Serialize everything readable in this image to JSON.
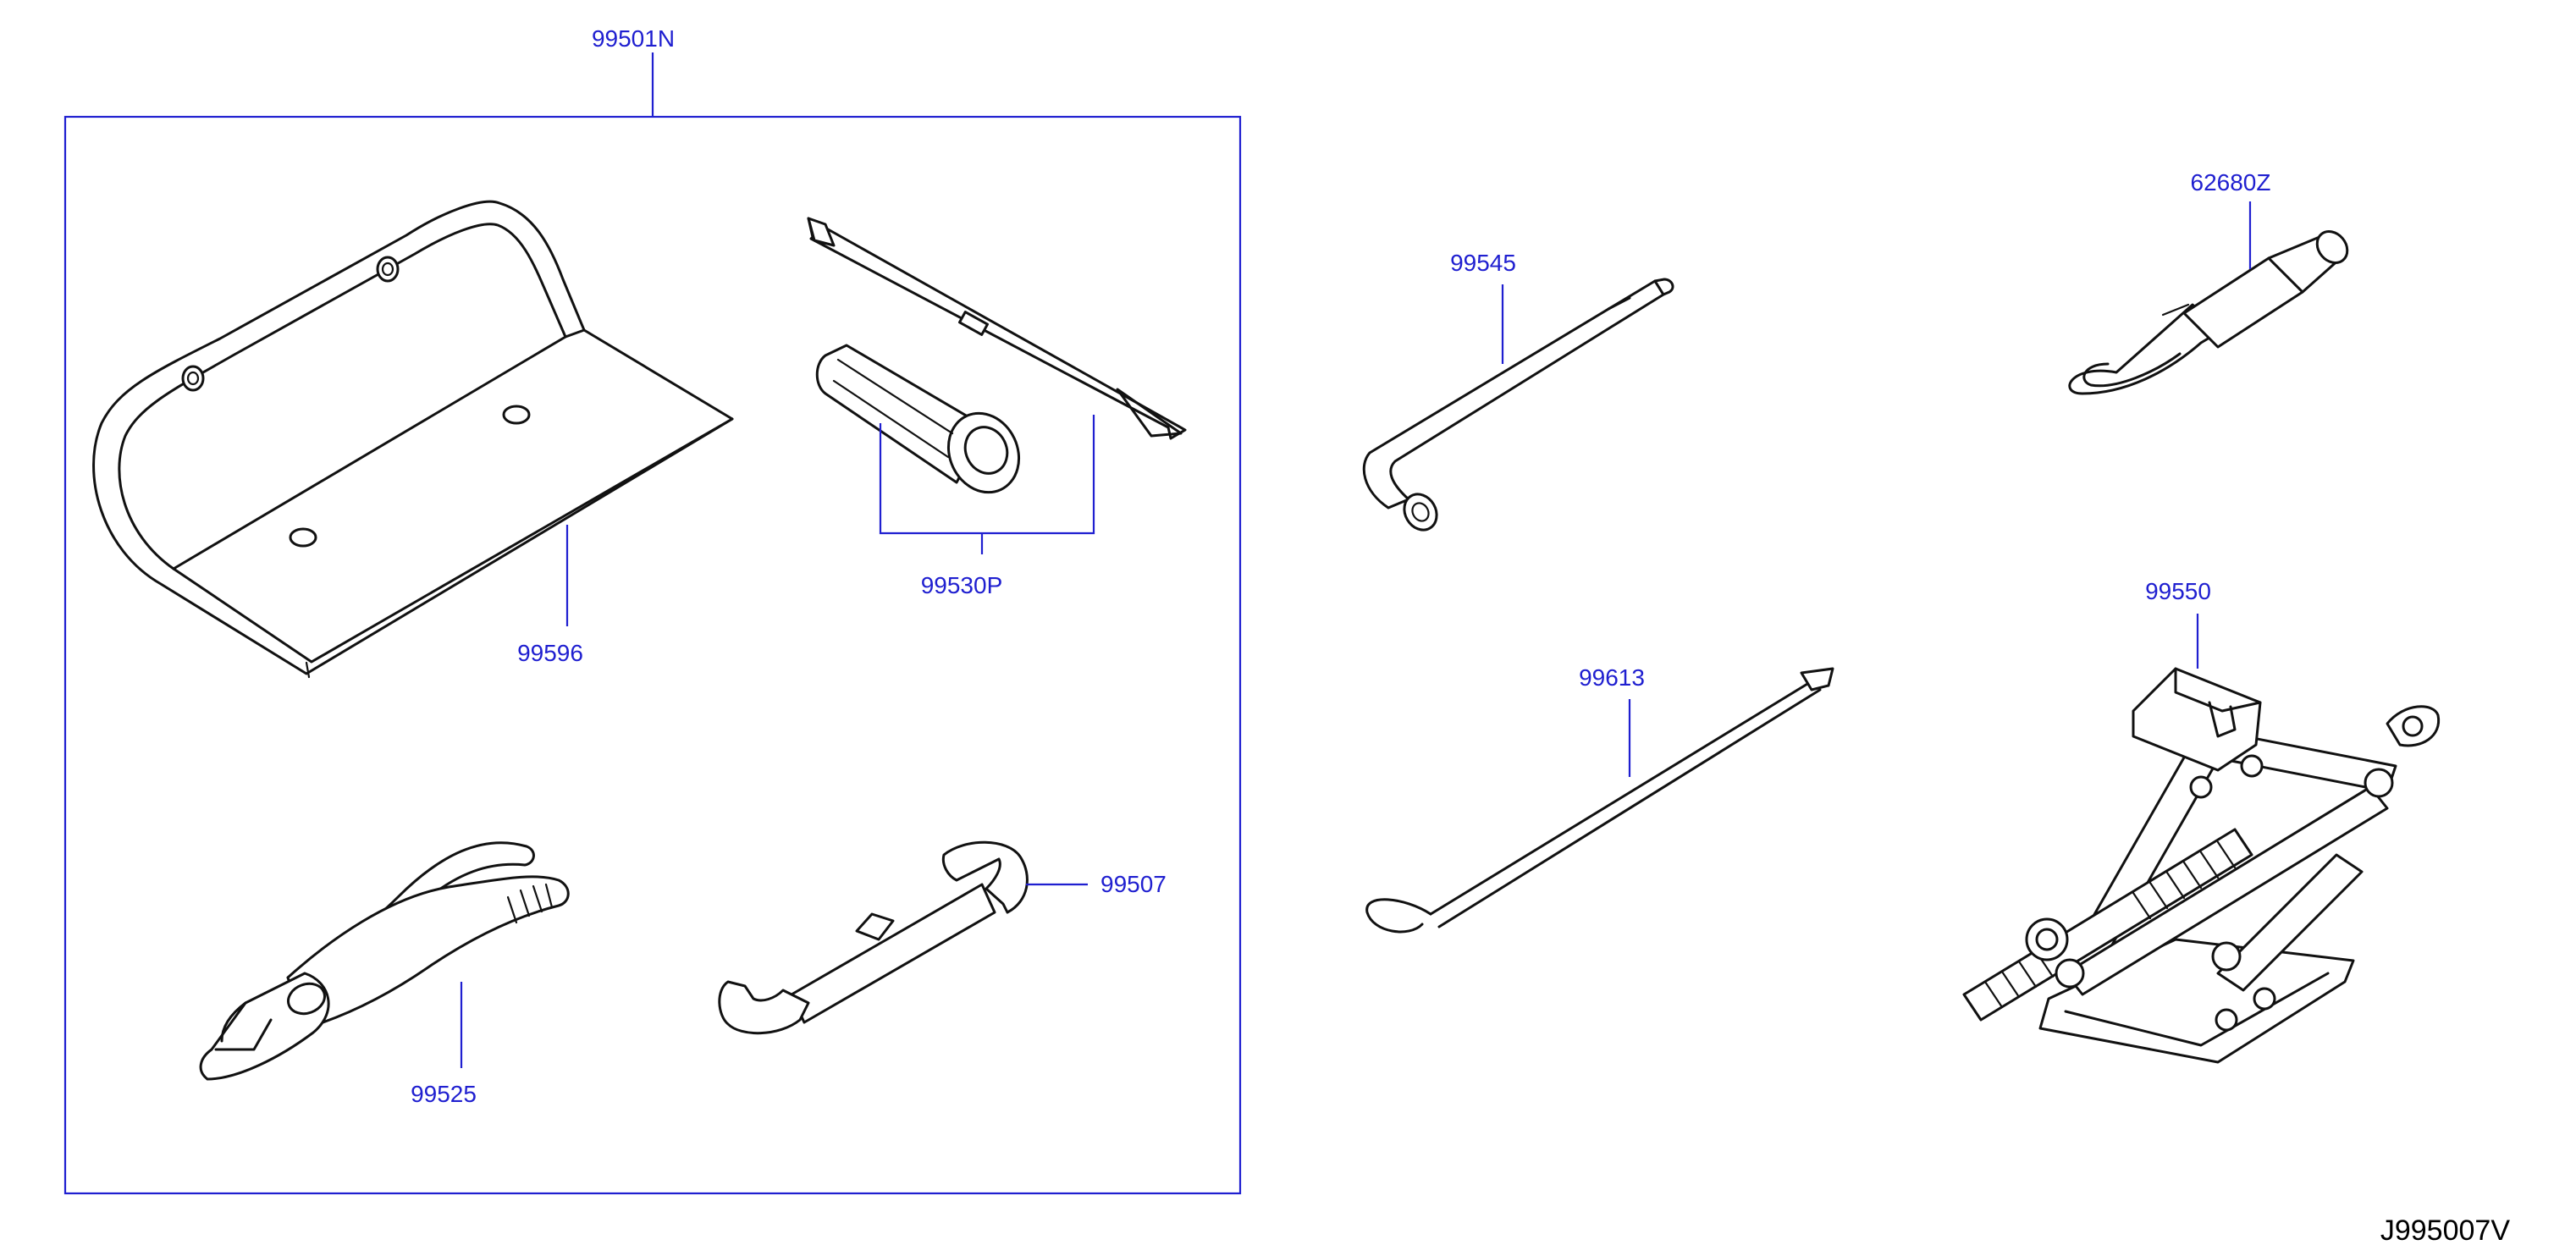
{
  "diagram_code": "J995007V",
  "kit_label": "99501N",
  "parts": {
    "tool_bag": "99596",
    "wheel_brace_set": "99530P",
    "pliers": "99525",
    "wrench": "99507",
    "wheel_nut_wrench": "99545",
    "hook_rod": "99613",
    "towing_hook": "62680Z",
    "jack": "99550"
  },
  "colors": {
    "label": "#1f1fd0",
    "line_art": "#111111",
    "background": "#ffffff"
  }
}
